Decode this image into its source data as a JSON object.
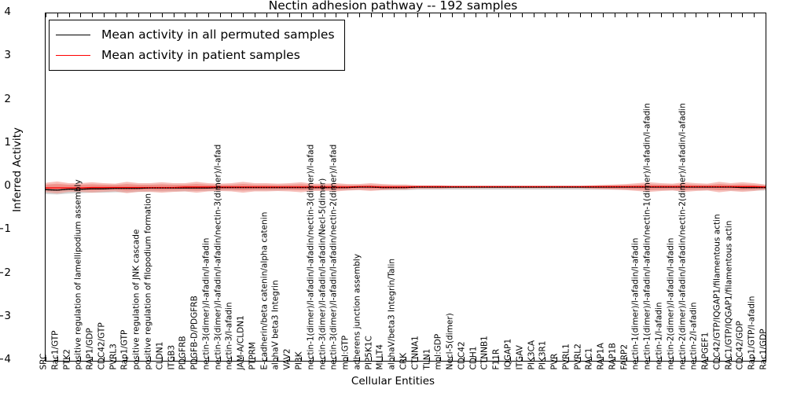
{
  "chart_data": {
    "type": "line",
    "title": "Nectin adhesion pathway -- 192 samples",
    "xlabel": "Cellular Entities",
    "ylabel": "Inferred Activity",
    "ylim": [
      -4,
      4
    ],
    "yticks": [
      "4",
      "3",
      "2",
      "1",
      "0",
      "-1",
      "-2",
      "-3",
      "-4"
    ],
    "ytick_values": [
      4,
      3,
      2,
      1,
      0,
      -1,
      -2,
      -3,
      -4
    ],
    "grid": false,
    "legend_position": "upper left",
    "legend": [
      {
        "name": "Mean activity in all permuted samples",
        "color": "#000000"
      },
      {
        "name": "Mean activity in patient samples",
        "color": "#ff0000"
      }
    ],
    "categories": [
      "SRC",
      "Rac1/GTP",
      "PTK2",
      "positive regulation of lamellipodium assembly",
      "RAP1/GDP",
      "CDC42/GTP",
      "PVRL3",
      "Rap1/GTP",
      "positive regulation of JNK cascade",
      "positive regulation of filopodium formation",
      "CLDN1",
      "ITGB3",
      "PDGFRB",
      "PDGFB-D/PDGFRB",
      "nectin-3(dimer)/l-afadin/l-afadin",
      "nectin-3(dimer)/l-afadin/l-afadin/nectin-3(dimer)/l-afad",
      "nectin-3/l-afadin",
      "JAM-A/CLDN1",
      "PTPRM",
      "E-cadherin/beta catenin/alpha catenin",
      "alphaV beta3 Integrin",
      "VAV2",
      "PI3K",
      "nectin-1(dimer)/l-afadin/l-afadin/nectin-3(dimer)/l-afad",
      "nectin-3(dimer)/l-afadin/l-afadin/Necl-5(dimer)",
      "nectin-3(dimer)/l-afadin/l-afadin/nectin-2(dimer)/l-afad",
      "mol:GTP",
      "adherens junction assembly",
      "PIP5K1C",
      "MLLT4",
      "alphaV/beta3 Integrin/Talin",
      "CRK",
      "CTNNA1",
      "TLN1",
      "mol:GDP",
      "Necl-5(dimer)",
      "CDC42",
      "CDH1",
      "CTNNB1",
      "F11R",
      "IQGAP1",
      "ITGAV",
      "PIK3CA",
      "PIK3R1",
      "PVR",
      "PVRL1",
      "PVRL2",
      "RAC1",
      "RAP1A",
      "RAP1B",
      "FARP2",
      "nectin-1(dimer)/l-afadin/l-afadin",
      "nectin-1(dimer)/l-afadin/l-afadin/nectin-1(dimer)/l-afadin/l-afadin",
      "nectin-1/l-afadin",
      "nectin-2(dimer)/l-afadin/l-afadin",
      "nectin-2(dimer)/l-afadin/l-afadin/nectin-2(dimer)/l-afadin/l-afadin",
      "nectin-2/l-afadin",
      "RAPGEF1",
      "CDC42/GTP/IQGAP1/filamentous actin",
      "RAC1/GTP/IQGAP1/filamentous actin",
      "CDC42/GDP",
      "Rap1/GTP/l-afadin",
      "Rac1/GDP"
    ],
    "series": [
      {
        "name": "Mean activity in all permuted samples",
        "color": "#000000",
        "style": "dotted-on-solid",
        "values": [
          -0.06,
          -0.07,
          -0.05,
          -0.05,
          -0.04,
          -0.04,
          -0.03,
          -0.03,
          -0.03,
          -0.02,
          -0.02,
          -0.02,
          -0.02,
          -0.02,
          -0.02,
          -0.01,
          -0.01,
          -0.01,
          -0.01,
          -0.01,
          -0.01,
          -0.01,
          -0.01,
          -0.01,
          -0.01,
          -0.01,
          -0.01,
          0.0,
          0.0,
          -0.01,
          -0.01,
          -0.01,
          0.0,
          0.0,
          0.0,
          0.0,
          0.0,
          0.0,
          0.0,
          0.0,
          0.0,
          0.0,
          0.0,
          0.0,
          0.0,
          0.0,
          0.0,
          0.0,
          0.0,
          0.0,
          0.0,
          0.0,
          0.0,
          0.0,
          0.0,
          0.0,
          0.0,
          0.0,
          0.0,
          0.0,
          -0.01,
          -0.01,
          -0.01
        ],
        "band_color": "#cccccc",
        "band_upper": [
          0.05,
          0.05,
          0.05,
          0.05,
          0.05,
          0.05,
          0.05,
          0.05,
          0.05,
          0.05,
          0.05,
          0.05,
          0.05,
          0.05,
          0.05,
          0.05,
          0.04,
          0.04,
          0.04,
          0.04,
          0.04,
          0.04,
          0.04,
          0.04,
          0.04,
          0.04,
          0.04,
          0.04,
          0.04,
          0.04,
          0.04,
          0.04,
          0.03,
          0.03,
          0.03,
          0.03,
          0.03,
          0.03,
          0.03,
          0.03,
          0.03,
          0.03,
          0.03,
          0.03,
          0.03,
          0.03,
          0.03,
          0.03,
          0.04,
          0.04,
          0.04,
          0.04,
          0.05,
          0.05,
          0.05,
          0.05,
          0.05,
          0.05,
          0.05,
          0.05,
          0.05,
          0.05,
          0.05
        ],
        "band_lower": [
          -0.16,
          -0.17,
          -0.15,
          -0.14,
          -0.13,
          -0.13,
          -0.12,
          -0.12,
          -0.11,
          -0.1,
          -0.1,
          -0.1,
          -0.1,
          -0.09,
          -0.09,
          -0.08,
          -0.08,
          -0.08,
          -0.08,
          -0.08,
          -0.08,
          -0.07,
          -0.07,
          -0.07,
          -0.07,
          -0.07,
          -0.07,
          -0.06,
          -0.06,
          -0.07,
          -0.07,
          -0.07,
          -0.06,
          -0.06,
          -0.06,
          -0.06,
          -0.06,
          -0.06,
          -0.06,
          -0.06,
          -0.06,
          -0.06,
          -0.06,
          -0.06,
          -0.06,
          -0.06,
          -0.06,
          -0.06,
          -0.06,
          -0.06,
          -0.06,
          -0.06,
          -0.07,
          -0.07,
          -0.07,
          -0.07,
          -0.07,
          -0.07,
          -0.07,
          -0.08,
          -0.08,
          -0.08,
          -0.08
        ]
      },
      {
        "name": "Mean activity in patient samples",
        "color": "#ff0000",
        "style": "solid",
        "values": [
          -0.02,
          -0.02,
          -0.02,
          -0.02,
          -0.01,
          -0.01,
          -0.01,
          -0.01,
          -0.01,
          -0.01,
          -0.01,
          -0.01,
          0.0,
          0.0,
          0.0,
          0.0,
          0.0,
          0.0,
          0.0,
          0.0,
          0.0,
          0.0,
          0.0,
          0.0,
          0.0,
          0.0,
          0.0,
          0.01,
          0.01,
          0.0,
          0.0,
          0.0,
          0.01,
          0.01,
          0.01,
          0.01,
          0.01,
          0.01,
          0.01,
          0.01,
          0.01,
          0.01,
          0.01,
          0.01,
          0.01,
          0.01,
          0.01,
          0.01,
          0.01,
          0.01,
          0.01,
          0.01,
          0.01,
          0.01,
          0.01,
          0.01,
          0.01,
          0.01,
          0.01,
          0.01,
          0.01,
          0.01,
          0.0
        ],
        "band_color": "#f08a82",
        "band_upper": [
          0.1,
          0.13,
          0.09,
          0.09,
          0.11,
          0.09,
          0.08,
          0.12,
          0.09,
          0.09,
          0.11,
          0.09,
          0.09,
          0.12,
          0.09,
          0.08,
          0.09,
          0.12,
          0.09,
          0.09,
          0.08,
          0.09,
          0.11,
          0.08,
          0.08,
          0.09,
          0.07,
          0.07,
          0.09,
          0.07,
          0.06,
          0.06,
          0.04,
          0.04,
          0.04,
          0.03,
          0.03,
          0.03,
          0.03,
          0.03,
          0.03,
          0.03,
          0.03,
          0.03,
          0.03,
          0.03,
          0.03,
          0.04,
          0.05,
          0.06,
          0.07,
          0.09,
          0.11,
          0.09,
          0.08,
          0.11,
          0.09,
          0.08,
          0.12,
          0.09,
          0.11,
          0.09,
          0.06
        ],
        "band_lower": [
          -0.12,
          -0.15,
          -0.11,
          -0.11,
          -0.13,
          -0.11,
          -0.1,
          -0.14,
          -0.11,
          -0.11,
          -0.13,
          -0.11,
          -0.1,
          -0.13,
          -0.1,
          -0.09,
          -0.1,
          -0.13,
          -0.1,
          -0.1,
          -0.09,
          -0.1,
          -0.12,
          -0.09,
          -0.09,
          -0.1,
          -0.08,
          -0.07,
          -0.09,
          -0.07,
          -0.06,
          -0.06,
          -0.04,
          -0.04,
          -0.04,
          -0.03,
          -0.03,
          -0.03,
          -0.03,
          -0.03,
          -0.03,
          -0.03,
          -0.03,
          -0.03,
          -0.03,
          -0.03,
          -0.03,
          -0.04,
          -0.05,
          -0.06,
          -0.07,
          -0.09,
          -0.11,
          -0.09,
          -0.08,
          -0.11,
          -0.09,
          -0.08,
          -0.12,
          -0.09,
          -0.11,
          -0.09,
          -0.06
        ]
      }
    ]
  }
}
